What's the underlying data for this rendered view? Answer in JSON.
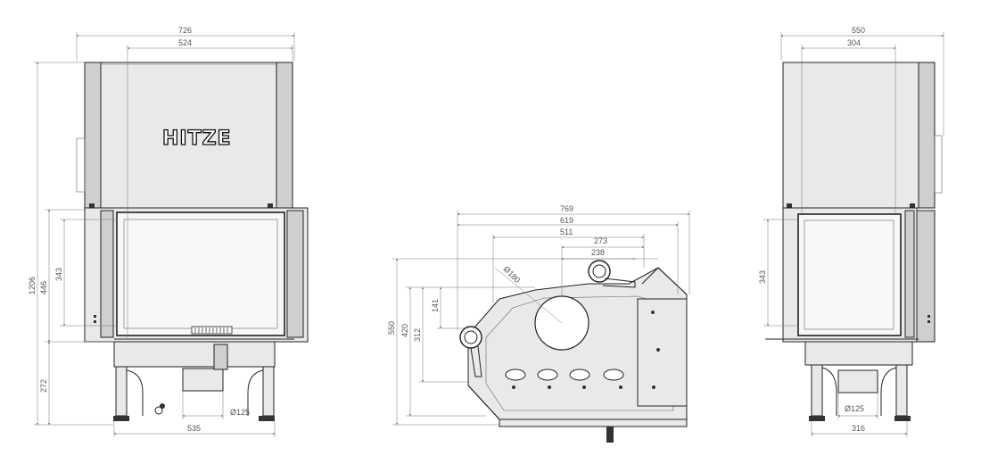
{
  "brand": {
    "logo_text": "HITZE"
  },
  "front_view": {
    "dims": {
      "width_total": "726",
      "width_top": "524",
      "height_total": "1206",
      "height_door": "446",
      "height_glass": "343",
      "height_base": "272",
      "width_base": "535",
      "flue_diameter": "Ø125"
    }
  },
  "top_view": {
    "dims": {
      "width_769": "769",
      "width_619": "619",
      "width_511": "511",
      "width_273": "273",
      "width_238": "238",
      "diameter_180": "Ø180",
      "depth_550": "550",
      "depth_420": "420",
      "depth_312": "312",
      "depth_141": "141"
    }
  },
  "side_view": {
    "dims": {
      "width_total": "550",
      "width_top": "304",
      "height_glass": "343",
      "flue_diameter": "Ø125",
      "width_base": "316"
    }
  }
}
